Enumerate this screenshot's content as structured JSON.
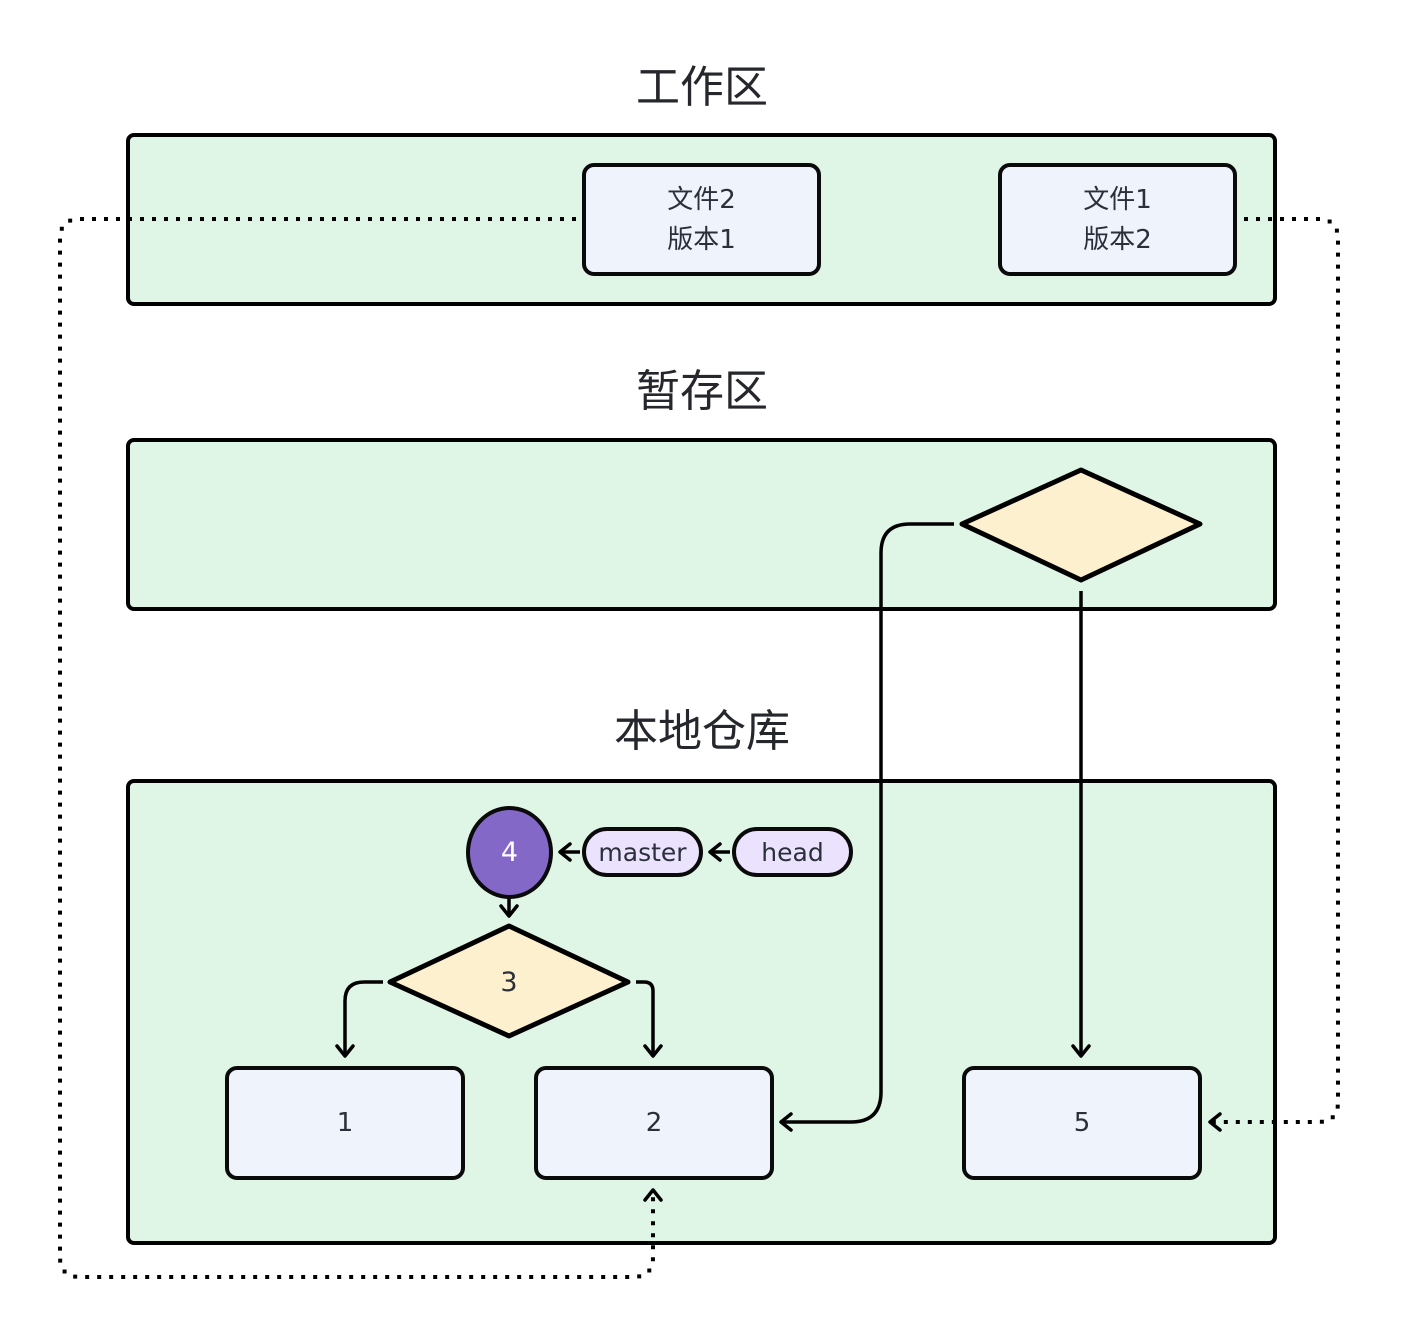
{
  "workspace": {
    "title": "工作区",
    "files": [
      {
        "line1": "文件2",
        "line2": "版本1"
      },
      {
        "line1": "文件1",
        "line2": "版本2"
      }
    ]
  },
  "staging": {
    "title": "暂存区",
    "node_label": ""
  },
  "repository": {
    "title": "本地仓库",
    "commits": {
      "c1": "1",
      "c2": "2",
      "c3": "3",
      "c4": "4",
      "c5": "5"
    },
    "refs": {
      "master": "master",
      "head": "head"
    }
  },
  "colors": {
    "zone_fill": "#dff5e5",
    "box_fill": "#eef3fc",
    "diamond_fill": "#fdf0cf",
    "pill_fill": "#ebe3fd",
    "commit_head_fill": "#8468c8",
    "stroke": "#000000"
  }
}
